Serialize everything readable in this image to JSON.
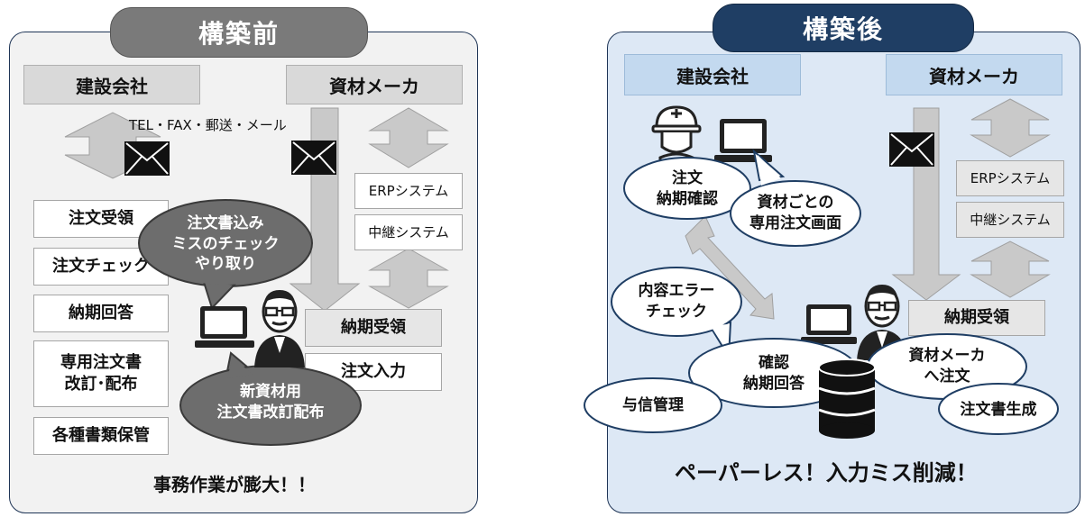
{
  "before": {
    "title": "構築前",
    "company": "建設会社",
    "maker": "資材メーカ",
    "channels": "TEL・FAX・郵送・メール",
    "tasks": [
      "注文受領",
      "注文チェック",
      "納期回答",
      "専用注文書\n改訂･配布",
      "各種書類保管"
    ],
    "systems": [
      "ERPシステム",
      "中継システム"
    ],
    "maker_tasks": [
      "納期受領",
      "注文入力"
    ],
    "bubble_top": "注文書込み\nミスのチェック\nやり取り",
    "bubble_bottom": "新資材用\n注文書改訂配布",
    "footer": "事務作業が膨大！！"
  },
  "after": {
    "title": "構築後",
    "company": "建設会社",
    "maker": "資材メーカ",
    "systems": [
      "ERPシステム",
      "中継システム"
    ],
    "maker_task": "納期受領",
    "bubble_order": "注文\n納期確認",
    "bubble_screen": "資材ごとの\n専用注文画面",
    "bubble_error": "内容エラー\nチェック",
    "bubble_confirm": "確認\n納期回答",
    "bubble_maker_order": "資材メーカ\nへ注文",
    "bubble_credit": "与信管理",
    "bubble_generate": "注文書生成",
    "footer": "ペーパーレス！入力ミス削減！"
  },
  "colors": {
    "left_panel": "#f2f2f2",
    "right_panel": "#dde8f5",
    "left_title": "#7a7a7a",
    "right_title": "#1f3e64",
    "dark_bubble": "#6d6d6d"
  },
  "icons": [
    "mail-icon",
    "laptop-icon",
    "person-icon",
    "helmet-worker-icon",
    "database-icon"
  ]
}
